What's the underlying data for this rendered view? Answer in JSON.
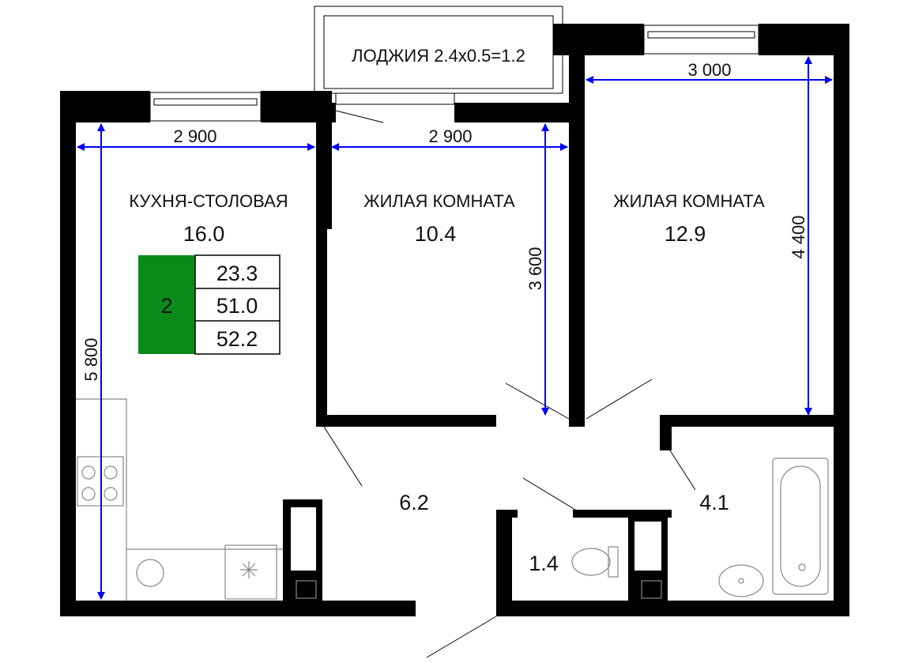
{
  "rooms": {
    "loggia": {
      "label": "ЛОДЖИЯ 2.4x0.5=1.2"
    },
    "kitchen": {
      "label": "КУХНЯ-СТОЛОВАЯ",
      "area": "16.0"
    },
    "living1": {
      "label": "ЖИЛАЯ КОМНАТА",
      "area": "10.4"
    },
    "living2": {
      "label": "ЖИЛАЯ КОМНАТА",
      "area": "12.9"
    },
    "hall": {
      "area": "6.2"
    },
    "bathroom": {
      "area": "4.1"
    },
    "wc": {
      "area": "1.4"
    }
  },
  "dimensions": {
    "kitchen_width": "2 900",
    "living1_width": "2 900",
    "living2_width": "3 000",
    "kitchen_length": "5 800",
    "living1_length": "3 600",
    "living2_length": "4 400"
  },
  "summary": {
    "rooms_count": "2",
    "living_area": "23.3",
    "total_area": "51.0",
    "total_with_loggia": "52.2",
    "badge_color": "#0a8a1a"
  }
}
